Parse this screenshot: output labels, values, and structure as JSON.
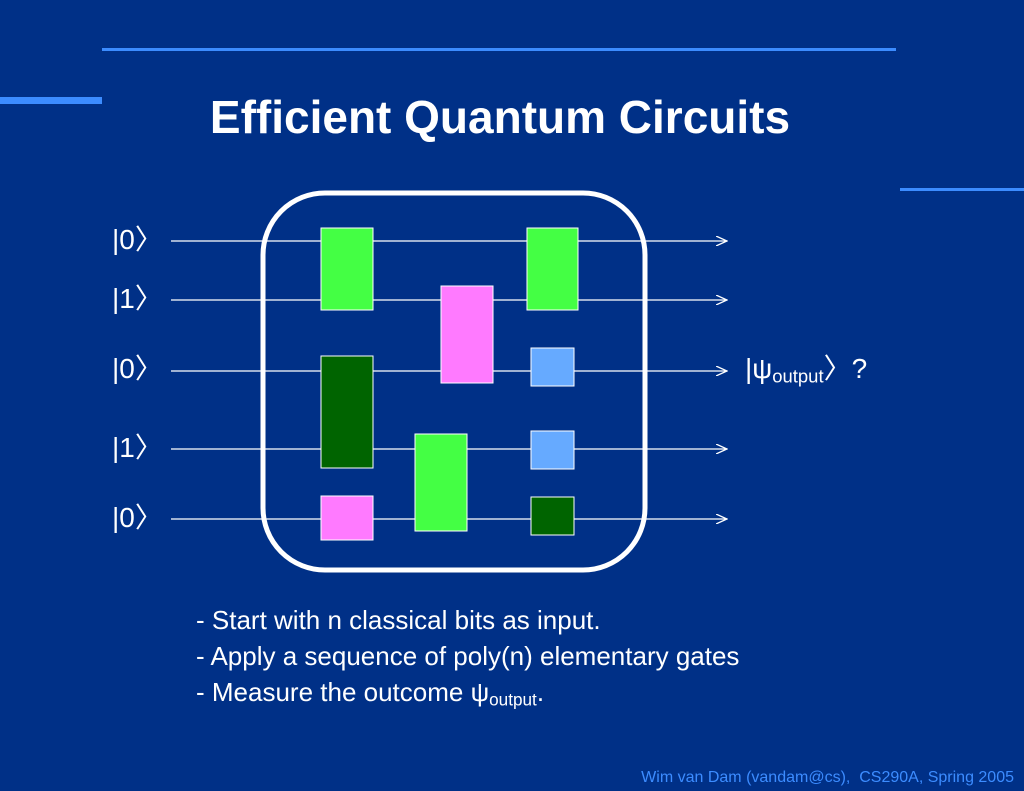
{
  "slide": {
    "title": "Efficient Quantum Circuits",
    "footer": "Wim van Dam (vandam@cs),  CS290A, Spring 2005"
  },
  "circuit": {
    "inputs": [
      "|0〉",
      "|1〉",
      "|0〉",
      "|1〉",
      "|0〉"
    ],
    "output": {
      "pre": "|ψ",
      "sub": "output",
      "post": "〉?"
    },
    "colors": {
      "green": "#44ff44",
      "dark_green": "#006400",
      "pink": "#ff7aff",
      "light_blue": "#66aaff",
      "wire": "#ffffff",
      "frame": "#ffffff"
    }
  },
  "bullets": [
    {
      "text": "- Start with n classical bits as input."
    },
    {
      "text": "- Apply a sequence of poly(n) elementary gates"
    },
    {
      "pre": "- Measure the outcome ψ",
      "sub": "output",
      "post": "."
    }
  ]
}
